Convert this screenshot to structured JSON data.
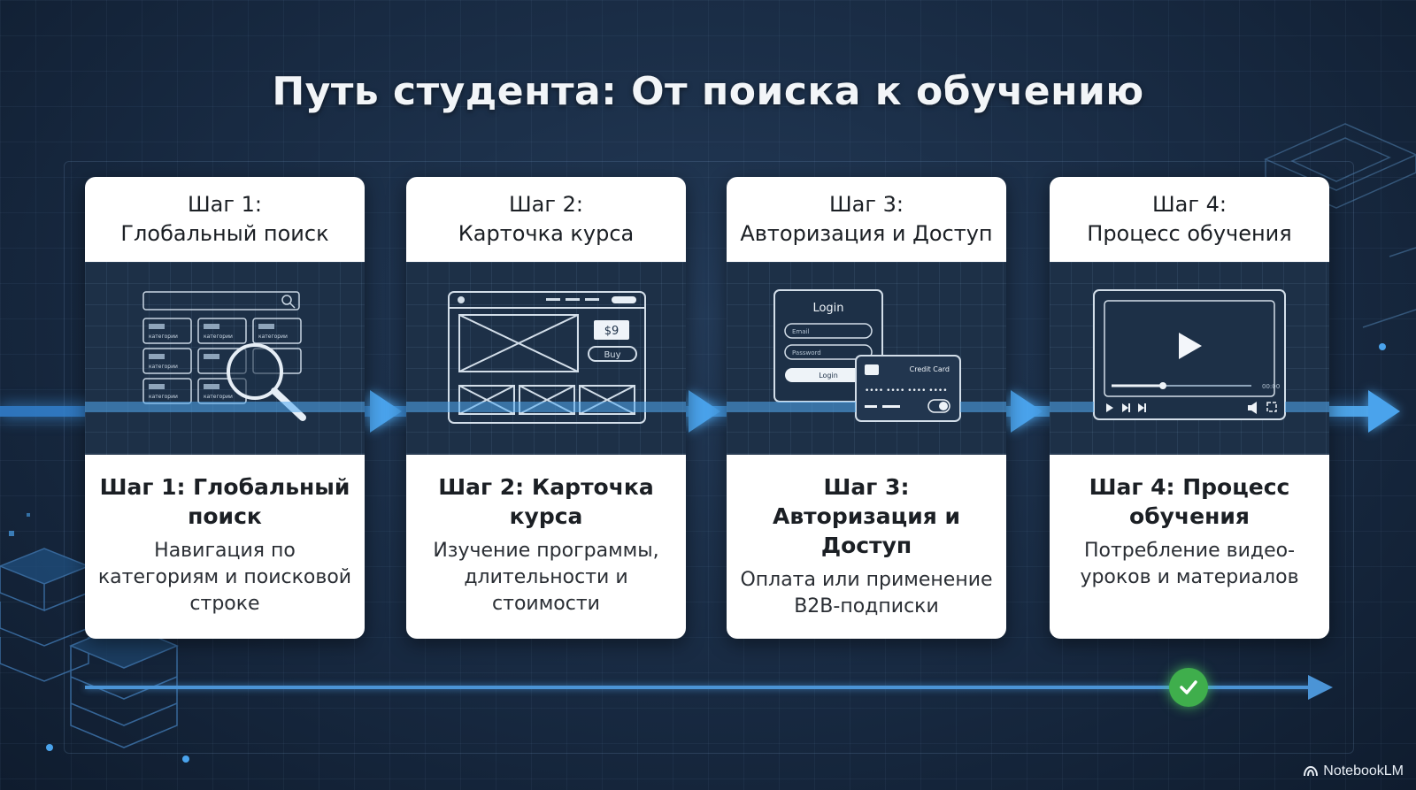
{
  "title": "Путь студента: От поиска к обучению",
  "steps": [
    {
      "head_line1": "Шаг 1:",
      "head_line2": "Глобальный поиск",
      "subtitle": "Шаг 1: Глобальный поиск",
      "description": "Навигация по категориям и поисковой строке",
      "icon": "search-catalog-icon",
      "category_label": "категории"
    },
    {
      "head_line1": "Шаг 2:",
      "head_line2": "Карточка курса",
      "subtitle": "Шаг 2: Карточка курса",
      "description": "Изучение программы, длительности и стоимости",
      "icon": "course-card-icon",
      "price": "$9",
      "buy_label": "Buy"
    },
    {
      "head_line1": "Шаг 3:",
      "head_line2": "Авторизация и Доступ",
      "subtitle": "Шаг 3: Авторизация и Доступ",
      "description": "Оплата или применение B2B-подписки",
      "icon": "login-payment-icon",
      "login_title": "Login",
      "email_placeholder": "Email",
      "password_placeholder": "Password",
      "login_button": "Login",
      "card_title": "Credit Card",
      "card_number": "•••• •••• •••• ••••"
    },
    {
      "head_line1": "Шаг 4:",
      "head_line2": "Процесс обучения",
      "subtitle": "Шаг 4: Процесс обучения",
      "description": "Потребление видео-уроков и материалов",
      "icon": "video-player-icon",
      "video_time": "00:00"
    }
  ],
  "completion_icon": "check-icon",
  "brand": "NotebookLM",
  "colors": {
    "background": "#182a42",
    "accent_blue": "#4aa3ec",
    "success_green": "#3fae4c",
    "card_bg": "#ffffff"
  }
}
